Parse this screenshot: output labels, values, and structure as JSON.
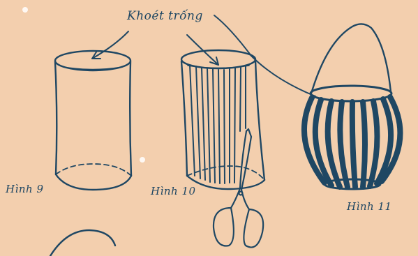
{
  "figure": {
    "annotation": "Khoét trống",
    "labels": {
      "fig9": "Hình 9",
      "fig10": "Hình 10",
      "fig11": "Hình 11"
    },
    "colors": {
      "paper": "#f3cfae",
      "ink": "#1f4763"
    },
    "icons": [
      "scissors-icon"
    ]
  }
}
